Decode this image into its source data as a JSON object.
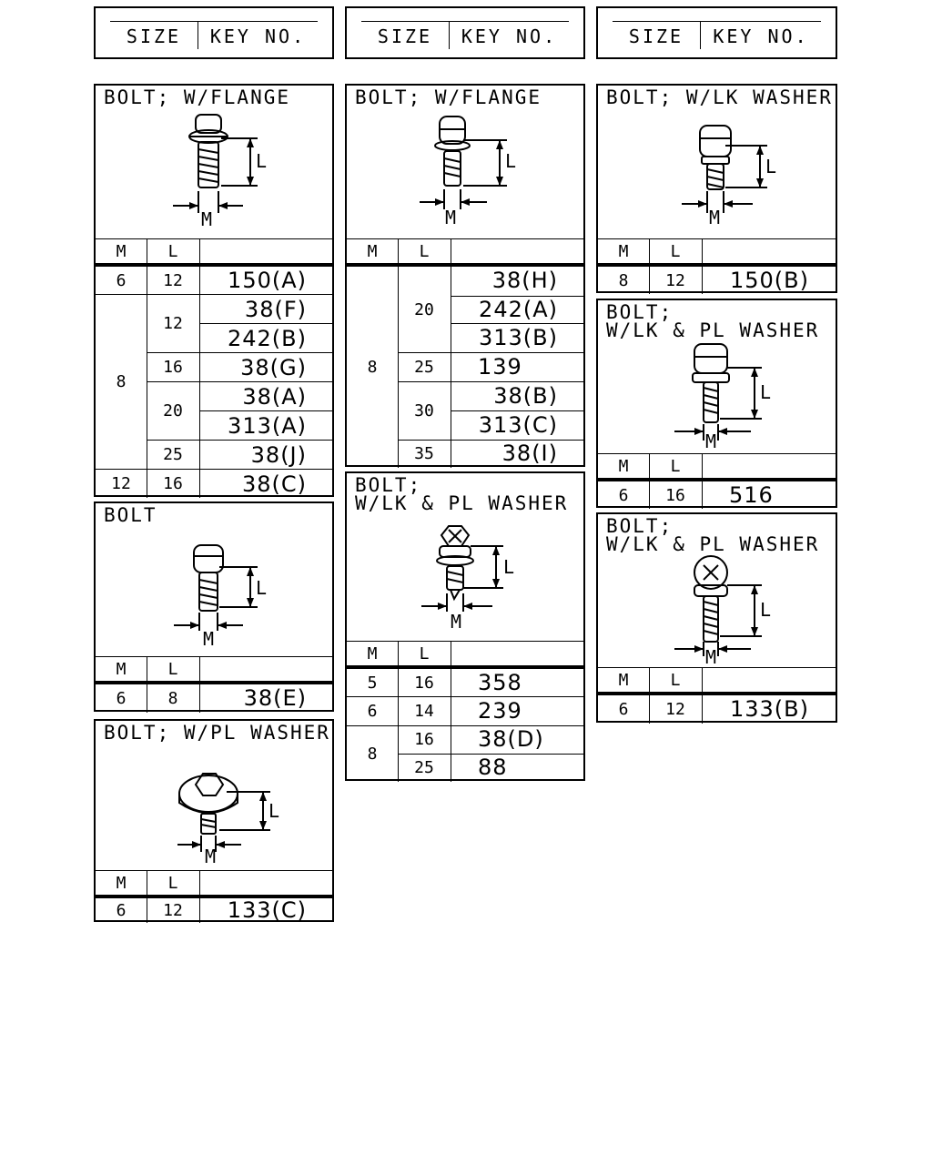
{
  "header": {
    "size_label": "SIZE",
    "key_label": "KEY NO."
  },
  "table_headers": {
    "m": "M",
    "l": "L"
  },
  "figure_labels": {
    "length": "L",
    "diameter": "M"
  },
  "panels": {
    "p1": {
      "title": [
        "BOLT; W/FLANGE"
      ],
      "rows": [
        {
          "m": "6",
          "l": "12",
          "key": "150(A)"
        },
        {
          "m": "8",
          "l": "12",
          "key": "38(F)"
        },
        {
          "key": "242(B)"
        },
        {
          "l": "16",
          "key": "38(G)"
        },
        {
          "l": "20",
          "key": "38(A)"
        },
        {
          "key": "313(A)"
        },
        {
          "l": "25",
          "key": "38(J)"
        },
        {
          "m": "12",
          "l": "16",
          "key": "38(C)"
        }
      ]
    },
    "p2": {
      "title": [
        "BOLT"
      ],
      "rows": [
        {
          "m": "6",
          "l": "8",
          "key": "38(E)"
        }
      ]
    },
    "p3": {
      "title": [
        "BOLT; W/PL WASHER"
      ],
      "rows": [
        {
          "m": "6",
          "l": "12",
          "key": "133(C)"
        }
      ]
    },
    "p4": {
      "title": [
        "BOLT; W/FLANGE"
      ],
      "rows": [
        {
          "m": "8",
          "l": "20",
          "key": "38(H)"
        },
        {
          "key": "242(A)"
        },
        {
          "key": "313(B)"
        },
        {
          "l": "25",
          "key": "139"
        },
        {
          "l": "30",
          "key": "38(B)"
        },
        {
          "key": "313(C)"
        },
        {
          "l": "35",
          "key": "38(I)"
        }
      ]
    },
    "p5": {
      "title": [
        "BOLT;",
        "W/LK & PL WASHER"
      ],
      "rows": [
        {
          "m": "5",
          "l": "16",
          "key": "358"
        },
        {
          "m": "6",
          "l": "14",
          "key": "239"
        },
        {
          "m": "8",
          "l": "16",
          "key": "38(D)"
        },
        {
          "l": "25",
          "key": "88"
        }
      ]
    },
    "p6": {
      "title": [
        "BOLT; W/LK WASHER"
      ],
      "rows": [
        {
          "m": "8",
          "l": "12",
          "key": "150(B)"
        }
      ]
    },
    "p7": {
      "title": [
        "BOLT;",
        "W/LK & PL WASHER"
      ],
      "rows": [
        {
          "m": "6",
          "l": "16",
          "key": "516"
        }
      ]
    },
    "p8": {
      "title": [
        "BOLT;",
        "W/LK & PL WASHER"
      ],
      "rows": [
        {
          "m": "6",
          "l": "12",
          "key": "133(B)"
        }
      ]
    }
  }
}
